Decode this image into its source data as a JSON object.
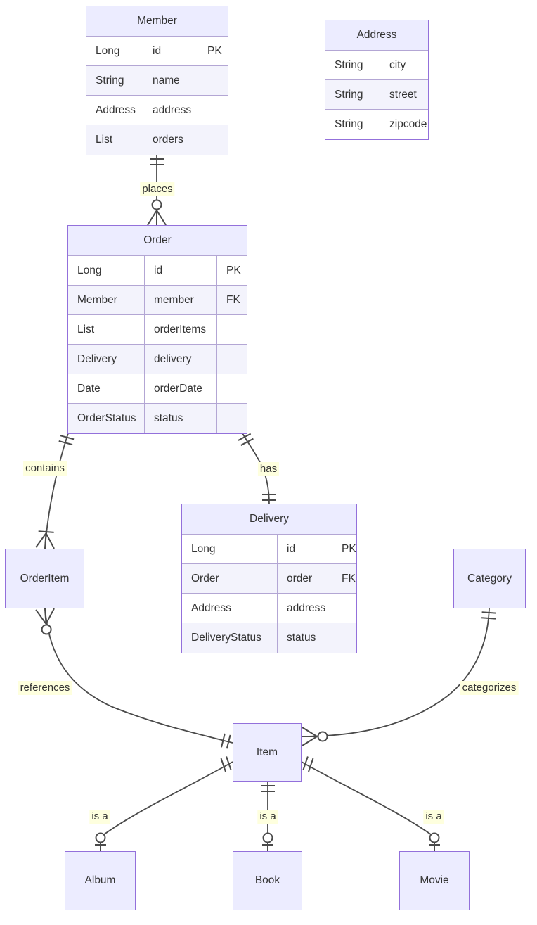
{
  "diagram": {
    "type": "entity-relationship",
    "entities": {
      "member": {
        "title": "Member",
        "rows": [
          [
            "Long",
            "id",
            "PK"
          ],
          [
            "String",
            "name",
            ""
          ],
          [
            "Address",
            "address",
            ""
          ],
          [
            "List",
            "orders",
            ""
          ]
        ]
      },
      "address": {
        "title": "Address",
        "rows": [
          [
            "String",
            "city"
          ],
          [
            "String",
            "street"
          ],
          [
            "String",
            "zipcode"
          ]
        ]
      },
      "order": {
        "title": "Order",
        "rows": [
          [
            "Long",
            "id",
            "PK"
          ],
          [
            "Member",
            "member",
            "FK"
          ],
          [
            "List",
            "orderItems",
            ""
          ],
          [
            "Delivery",
            "delivery",
            ""
          ],
          [
            "Date",
            "orderDate",
            ""
          ],
          [
            "OrderStatus",
            "status",
            ""
          ]
        ]
      },
      "delivery": {
        "title": "Delivery",
        "rows": [
          [
            "Long",
            "id",
            "PK"
          ],
          [
            "Order",
            "order",
            "FK"
          ],
          [
            "Address",
            "address",
            ""
          ],
          [
            "DeliveryStatus",
            "status",
            ""
          ]
        ]
      },
      "orderitem": {
        "title": "OrderItem"
      },
      "category": {
        "title": "Category"
      },
      "item": {
        "title": "Item"
      },
      "album": {
        "title": "Album"
      },
      "book": {
        "title": "Book"
      },
      "movie": {
        "title": "Movie"
      }
    },
    "relationships": [
      {
        "from": "Member",
        "to": "Order",
        "label": "places",
        "from_cardinality": "exactly one",
        "to_cardinality": "zero or many"
      },
      {
        "from": "Order",
        "to": "OrderItem",
        "label": "contains",
        "from_cardinality": "exactly one",
        "to_cardinality": "one or many"
      },
      {
        "from": "Order",
        "to": "Delivery",
        "label": "has",
        "from_cardinality": "exactly one",
        "to_cardinality": "exactly one"
      },
      {
        "from": "OrderItem",
        "to": "Item",
        "label": "references",
        "from_cardinality": "zero or many",
        "to_cardinality": "exactly one"
      },
      {
        "from": "Category",
        "to": "Item",
        "label": "categorizes",
        "from_cardinality": "exactly one",
        "to_cardinality": "zero or many"
      },
      {
        "from": "Item",
        "to": "Album",
        "label": "is a",
        "from_cardinality": "exactly one",
        "to_cardinality": "zero or one"
      },
      {
        "from": "Item",
        "to": "Book",
        "label": "is a",
        "from_cardinality": "exactly one",
        "to_cardinality": "zero or one"
      },
      {
        "from": "Item",
        "to": "Movie",
        "label": "is a",
        "from_cardinality": "exactly one",
        "to_cardinality": "zero or one"
      }
    ],
    "colors": {
      "entity_fill": "#ECECFF",
      "entity_border": "#9370DB",
      "row_fill": "#ffffff",
      "row_alt_fill": "#f3f3fc",
      "inner_border": "#b3a6d4",
      "line": "#4a4a4a",
      "label_bg": "#feffde",
      "text": "#333333"
    }
  }
}
